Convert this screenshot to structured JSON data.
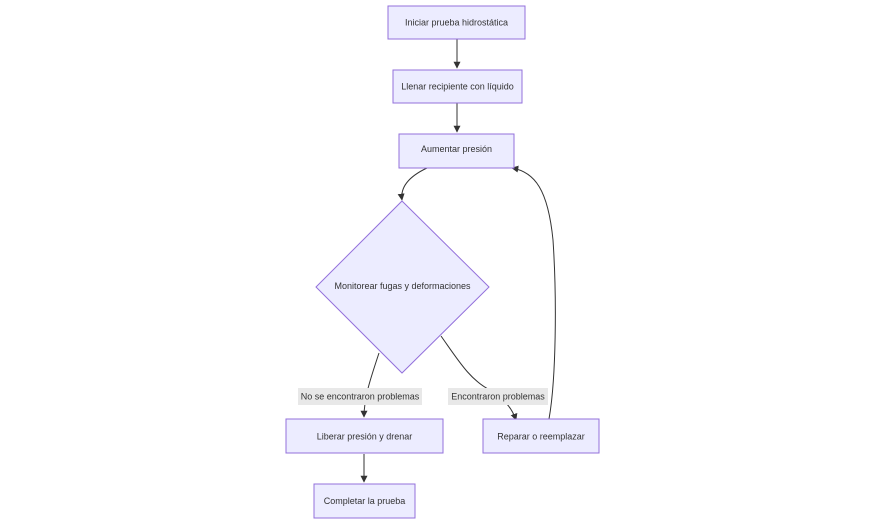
{
  "colors": {
    "node_fill": "#ECECFF",
    "node_stroke": "#9370DB",
    "edge": "#333333",
    "label_bg": "#E8E8E8"
  },
  "nodes": {
    "start": "Iniciar prueba hidrostática",
    "fill": "Llenar recipiente con líquido",
    "pressure": "Aumentar presión",
    "monitor": "Monitorear fugas y deformaciones",
    "release": "Liberar presión y drenar",
    "repair": "Reparar o reemplazar",
    "complete": "Completar la prueba"
  },
  "edge_labels": {
    "no_problems": "No se encontraron problemas",
    "problems": "Encontraron problemas"
  }
}
